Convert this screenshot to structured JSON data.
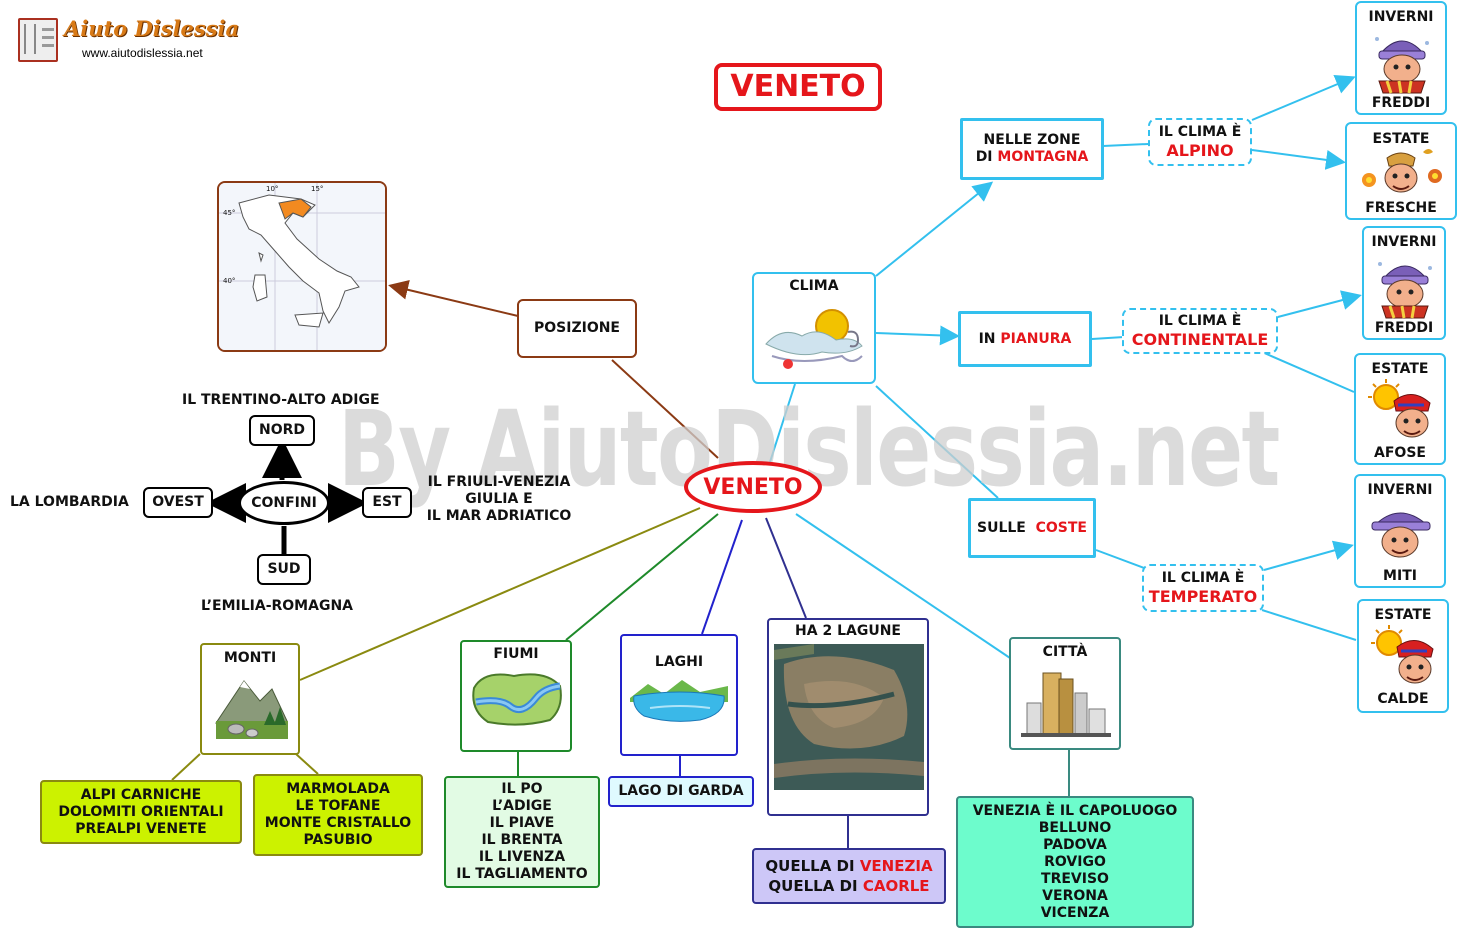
{
  "brand": {
    "name": "Aiuto Dislessia",
    "url": "www.aiutodislessia.net"
  },
  "watermark": "By AiutoDislessia.net",
  "title": "VENETO",
  "center": "VENETO",
  "posizione": {
    "label": "POSIZIONE"
  },
  "confini": {
    "center": "CONFINI",
    "nord": "NORD",
    "sud": "SUD",
    "est": "EST",
    "ovest": "OVEST",
    "nord_text": "IL TRENTINO-ALTO ADIGE",
    "sud_text": "L’EMILIA-ROMAGNA",
    "ovest_text": "LA LOMBARDIA",
    "est_lines": [
      "IL FRIULI-VENEZIA",
      "GIULIA E",
      "IL MAR ADRIATICO"
    ]
  },
  "map_labels": {
    "lon1": "10°",
    "lon2": "15°",
    "lat1": "45°",
    "lat2": "40°"
  },
  "clima": {
    "label": "CLIMA",
    "montagna": {
      "prefix": "NELLE ZONE",
      "di": "DI",
      "place": "MONTAGNA",
      "clima_label": "IL CLIMA È",
      "clima_value": "ALPINO"
    },
    "pianura": {
      "prefix": "IN",
      "place": "PIANURA",
      "clima_label": "IL CLIMA È",
      "clima_value": "CONTINENTALE"
    },
    "coste": {
      "prefix": "SULLE",
      "place": "COSTE",
      "clima_label": "IL CLIMA È",
      "clima_value": "TEMPERATO"
    },
    "cards": [
      {
        "top": "INVERNI",
        "bottom": "FREDDI"
      },
      {
        "top": "ESTATE",
        "bottom": "FRESCHE"
      },
      {
        "top": "INVERNI",
        "bottom": "FREDDI"
      },
      {
        "top": "ESTATE",
        "bottom": "AFOSE"
      },
      {
        "top": "INVERNI",
        "bottom": "MITI"
      },
      {
        "top": "ESTATE",
        "bottom": "CALDE"
      }
    ]
  },
  "monti": {
    "label": "MONTI",
    "group1": [
      "ALPI CARNICHE",
      "DOLOMITI ORIENTALI",
      "PREALPI VENETE"
    ],
    "group2": [
      "MARMOLADA",
      "LE TOFANE",
      "MONTE CRISTALLO",
      "PASUBIO"
    ]
  },
  "fiumi": {
    "label": "FIUMI",
    "items": [
      "IL PO",
      "L’ADIGE",
      "IL PIAVE",
      "IL BRENTA",
      "IL LIVENZA",
      "IL TAGLIAMENTO"
    ]
  },
  "laghi": {
    "label": "LAGHI",
    "items": [
      "LAGO DI GARDA"
    ]
  },
  "lagune": {
    "label": "HA 2 LAGUNE",
    "line1_prefix": "QUELLA DI",
    "line1_value": "VENEZIA",
    "line2_prefix": "QUELLA DI",
    "line2_value": "CAORLE"
  },
  "citta": {
    "label": "CITTÀ",
    "items": [
      "VENEZIA È IL CAPOLUOGO",
      "BELLUNO",
      "PADOVA",
      "ROVIGO",
      "TREVISO",
      "VERONA",
      "VICENZA"
    ]
  },
  "colors": {
    "red": "#e5161b",
    "cyan": "#33c0ee",
    "brown": "#8b3a14",
    "olive": "#8a8a10",
    "green": "#1e8a2a",
    "blue": "#2222cc",
    "navy": "#303090",
    "teal": "#3a8a80",
    "lime": "#ccf200",
    "lightgreen": "#e2fbe4",
    "lightcyan": "#dffaff",
    "lavender": "#cdc7f7",
    "aqua": "#6dfccc"
  }
}
